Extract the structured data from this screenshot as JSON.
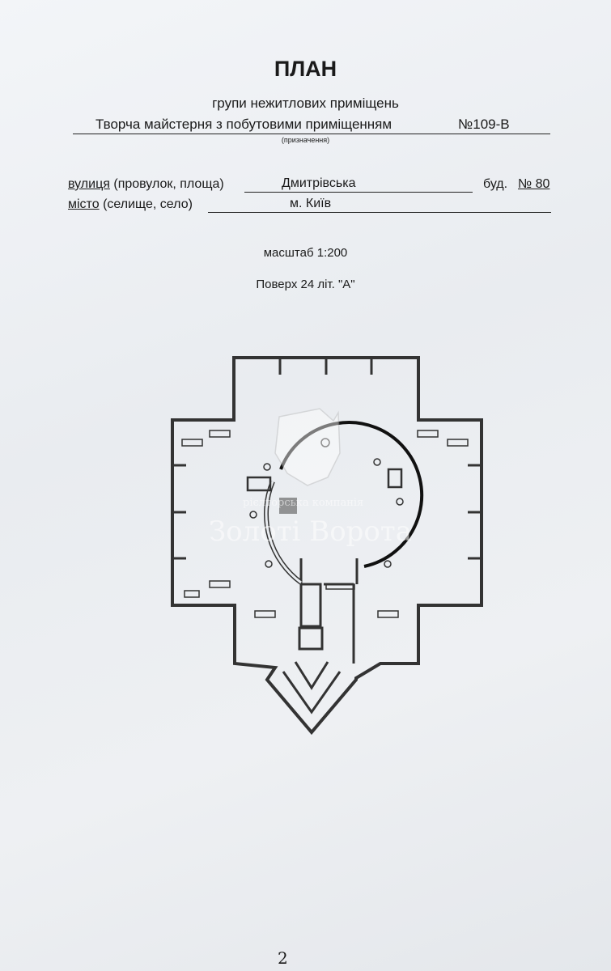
{
  "title": "ПЛАН",
  "subtitle": "групи нежитлових приміщень",
  "purpose": {
    "value": "Творча майстерня з побутовими приміщенням",
    "number": "№109-В",
    "caption": "(призначення)"
  },
  "address": {
    "street_label": "вулиця",
    "street_hint": "(провулок, площа)",
    "street_value": "Дмитрівська",
    "building_label": "буд.",
    "building_value": "№ 80",
    "city_label": "місто",
    "city_hint": "(селище, село)",
    "city_value": "м. Київ"
  },
  "scale": "масштаб 1:200",
  "floor": "Поверх 24 літ. \"А\"",
  "watermark": {
    "line1": "рієлторська компанія",
    "line2": "Золоті Ворота"
  },
  "page_number": "2"
}
